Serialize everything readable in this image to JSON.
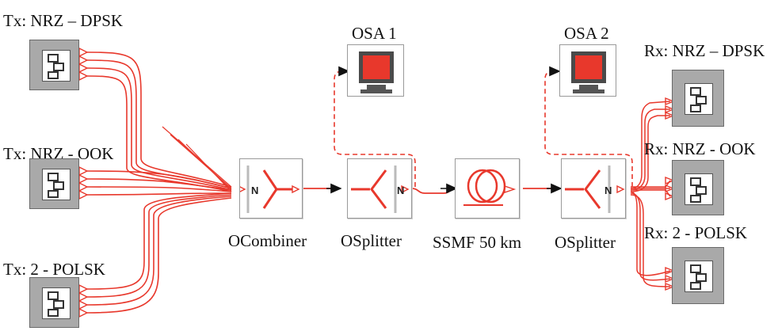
{
  "diagram": {
    "labels": {
      "tx_dpsk": "Tx: NRZ – DPSK",
      "tx_ook": "Tx: NRZ - OOK",
      "tx_polsk": "Tx: 2 - POLSK",
      "osa1": "OSA 1",
      "osa2": "OSA 2",
      "rx_dpsk": "Rx: NRZ – DPSK",
      "rx_ook": "Rx: NRZ - OOK",
      "rx_polsk": "Rx: 2 - POLSK",
      "ocombiner": "OCombiner",
      "osplitter1": "OSplitter",
      "ssmf": "SSMF 50 km",
      "osplitter2": "OSplitter"
    },
    "port_glyph": "N",
    "icons": {
      "transmitter": "subsystem-icon",
      "receiver": "subsystem-icon",
      "analyzer": "monitor-icon",
      "combiner": "combiner-icon",
      "splitter": "splitter-icon",
      "fiber": "fiber-spool-icon"
    },
    "colors": {
      "signal": "#e8382c",
      "block_gray": "#a9a9a9",
      "screen_red": "#e8382c"
    }
  }
}
